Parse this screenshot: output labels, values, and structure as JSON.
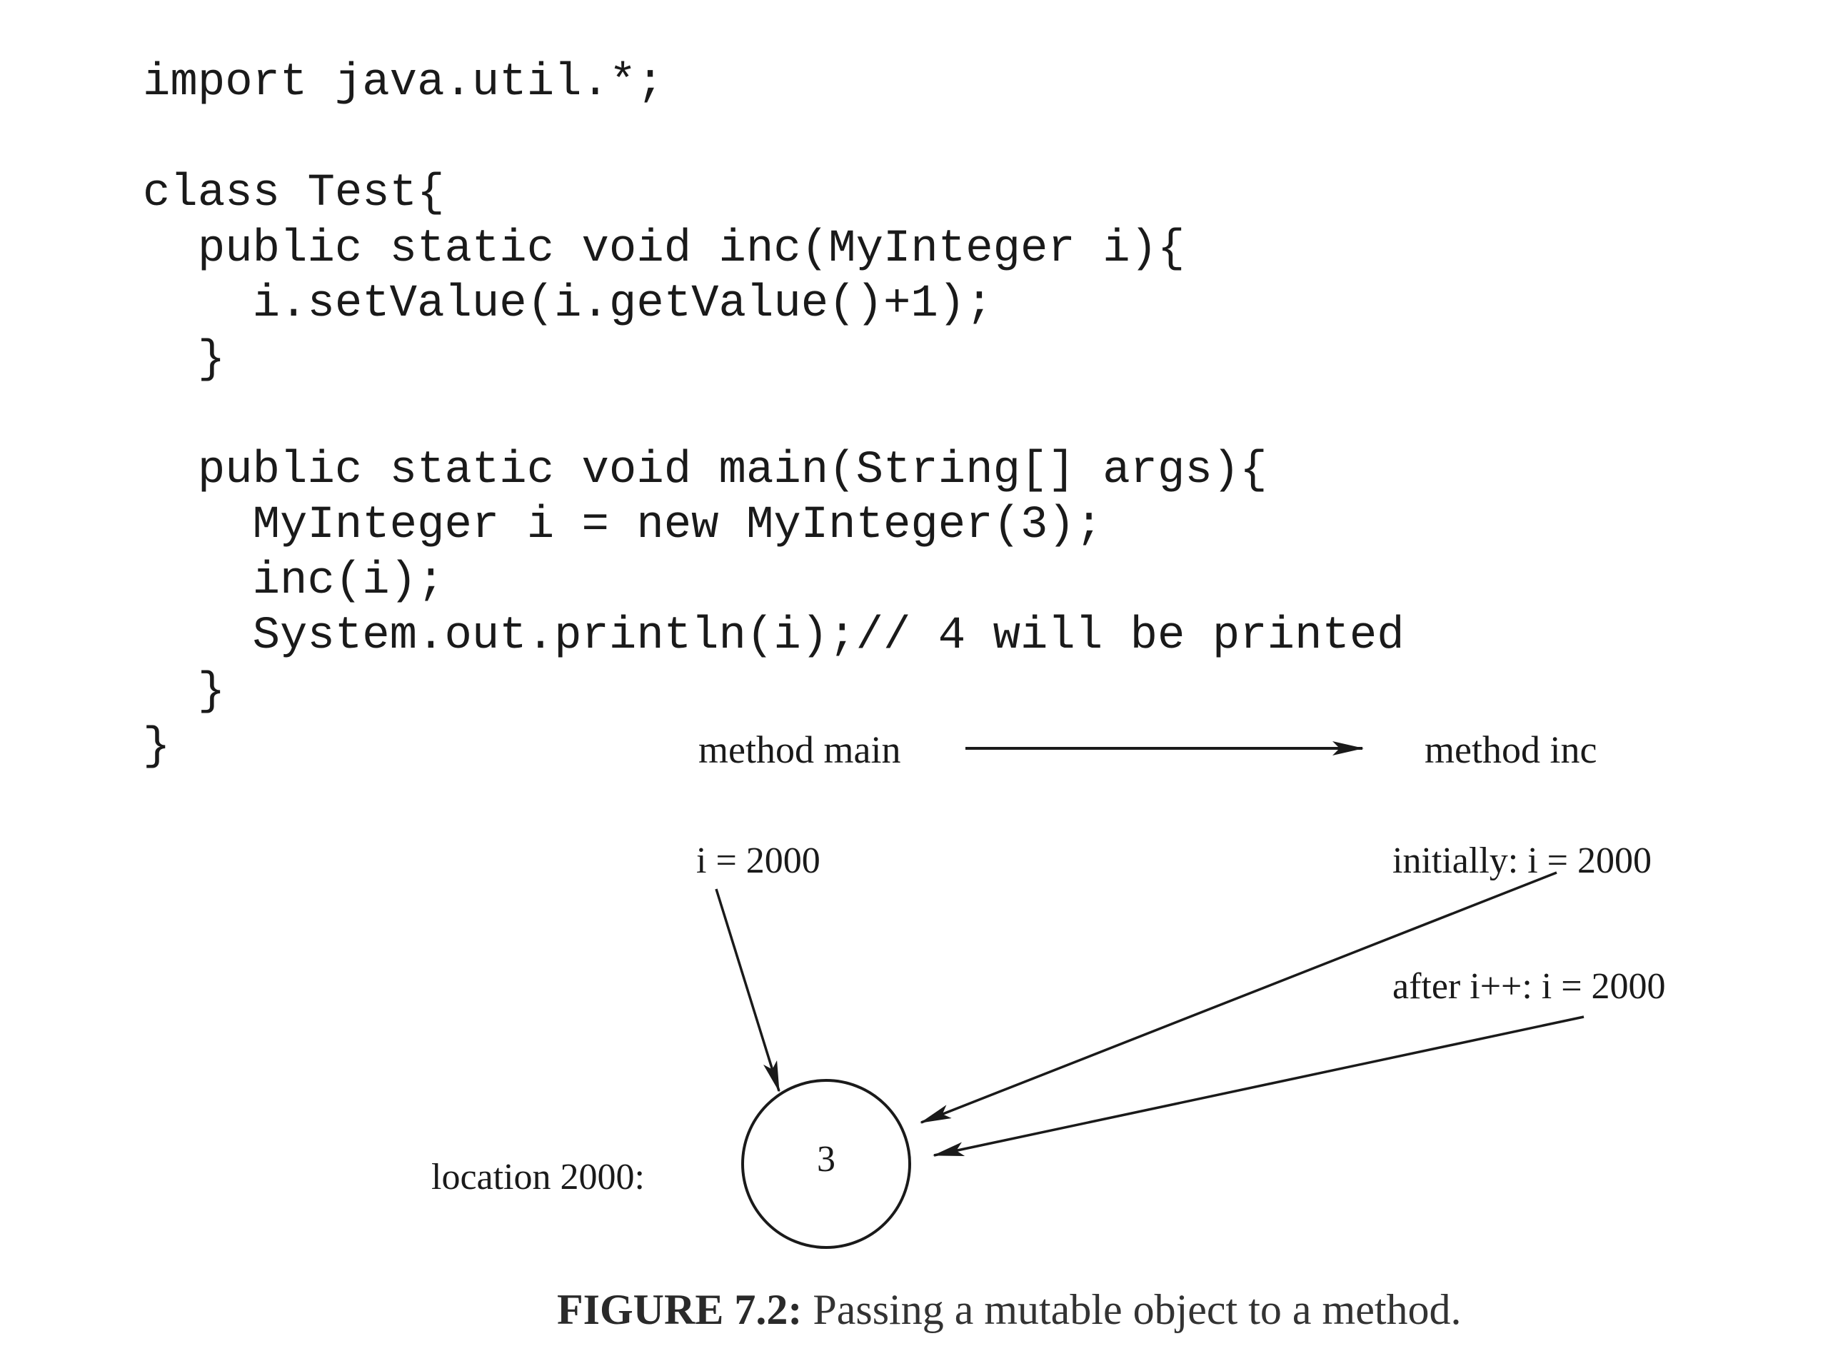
{
  "code": {
    "lines": [
      "import java.util.*;",
      "",
      "class Test{",
      "  public static void inc(MyInteger i){",
      "    i.setValue(i.getValue()+1);",
      "  }",
      "",
      "  public static void main(String[] args){",
      "    MyInteger i = new MyInteger(3);",
      "    inc(i);",
      "    System.out.println(i);// 4 will be printed",
      "  }",
      "}"
    ]
  },
  "diagram": {
    "main_label": "method main",
    "inc_label": "method inc",
    "main_ref": "i = 2000",
    "inc_initial": "initially: i = 2000",
    "inc_after": "after i++:  i = 2000",
    "location_label": "location 2000:",
    "object_value": "3"
  },
  "caption": {
    "figure_number": "FIGURE 7.2:",
    "text": " Passing a mutable object to a method."
  }
}
